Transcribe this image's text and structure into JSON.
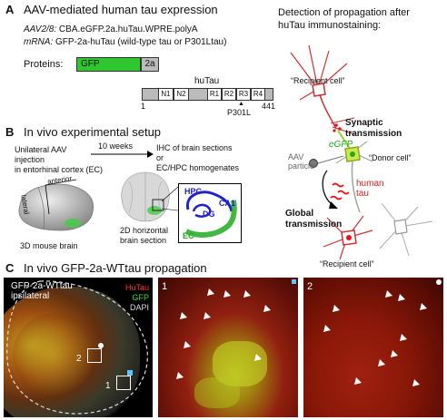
{
  "panel_a": {
    "letter": "A",
    "title": "AAV-mediated human tau expression",
    "construct_label": "AAV2/8:",
    "construct_value": "CBA.eGFP.2a.huTau.WPRE.polyA",
    "mrna_label": "mRNA:",
    "mrna_value": "GFP-2a-huTau  (wild-type tau or P301Ltau)",
    "proteins_label": "Proteins:",
    "gfp": "GFP",
    "twoa": "2a",
    "hutau_label": "huTau",
    "domains": [
      "N1",
      "N2",
      "R1",
      "R2",
      "R3",
      "R4"
    ],
    "start": "1",
    "end": "441",
    "mutation": "P301L"
  },
  "panel_b": {
    "letter": "B",
    "title": "In vivo experimental setup",
    "injection": [
      "Unilateral AAV",
      "injection",
      "in entorhinal cortex (EC)"
    ],
    "duration": "10 weeks",
    "readout": [
      "IHC of brain sections",
      "or",
      "EC/HPC homogenates"
    ],
    "brain3d_caption": "3D mouse brain",
    "brain2d_caption": [
      "2D horizontal",
      "brain section"
    ],
    "anterior": "anterior",
    "lateral": "lateral",
    "hpc": "HPC",
    "ca1": "CA1",
    "dg": "DG",
    "ec": "EC"
  },
  "schematic": {
    "title": [
      "Detection of propagation after",
      "huTau immunostaining:"
    ],
    "recipient_top": "“Recipient cell”",
    "synaptic": [
      "Synaptic",
      "transmission"
    ],
    "egfp": "eGFP",
    "aav": [
      "AAV",
      "particle"
    ],
    "donor": "“Donor cell”",
    "human_tau": [
      "human",
      "tau"
    ],
    "global": [
      "Global",
      "transmission"
    ],
    "recipient_bottom": "“Recipient cell”"
  },
  "panel_c": {
    "letter": "C",
    "title": "In vivo GFP-2a-WTtau propagation",
    "overview_title": [
      "GFP-2a-WTtau",
      "ipsilateral"
    ],
    "channels": [
      {
        "name": "HuTau",
        "color": "#ff3333"
      },
      {
        "name": "GFP",
        "color": "#33dd33"
      },
      {
        "name": "DAPI",
        "color": "#dddddd"
      }
    ],
    "roi1": "1",
    "roi2": "2",
    "zoom1": "1",
    "zoom2": "2"
  },
  "colors": {
    "gfp_green": "#2fc62f",
    "tau_red": "#e02020",
    "hpc_blue": "#2222cc",
    "ec_green": "#22aa22"
  }
}
